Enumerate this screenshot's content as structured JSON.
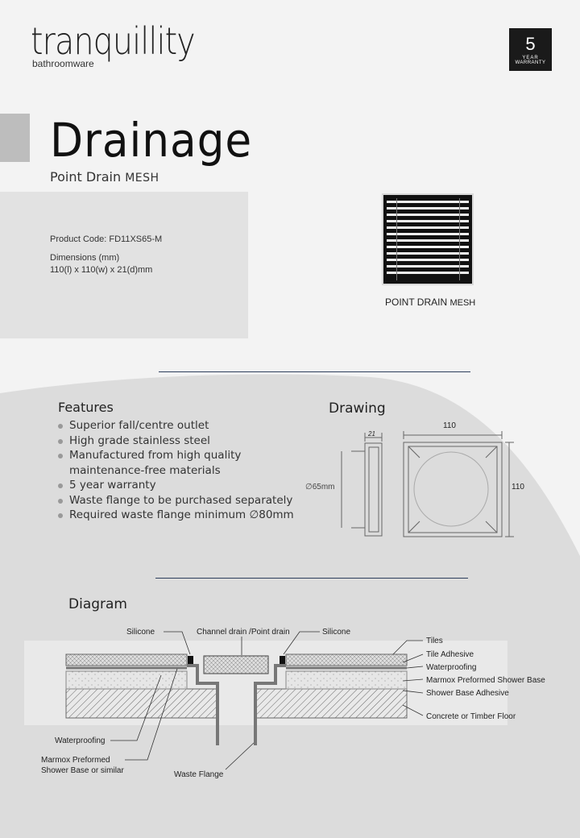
{
  "brand": {
    "name": "tranquillity",
    "tagline": "bathroomware"
  },
  "warranty": {
    "number": "5",
    "line1": "YEAR",
    "line2": "WARRANTY"
  },
  "title": "Drainage",
  "subtitle": {
    "product": "Point Drain",
    "variant": "MESH"
  },
  "spec": {
    "product_code_label": "Product Code:",
    "product_code": "FD11XS65-M",
    "dimensions_label": "Dimensions (mm)",
    "dimensions": "110(l) x 110(w) x 21(d)mm"
  },
  "product_caption": {
    "product": "POINT DRAIN",
    "variant": "MESH"
  },
  "features": {
    "heading": "Features",
    "items": [
      "Superior fall/centre outlet",
      "High grade stainless steel",
      "Manufactured from high quality",
      "maintenance-free materials",
      "5 year warranty",
      "Waste flange to be purchased separately",
      "Required waste flange minimum ∅80mm"
    ]
  },
  "drawing": {
    "heading": "Drawing",
    "depth": "21",
    "outlet": "∅65mm",
    "width": "110",
    "height": "110"
  },
  "diagram": {
    "heading": "Diagram",
    "labels": {
      "silicone_left": "Silicone",
      "channel_drain": "Channel drain /Point drain",
      "silicone_right": "Silicone",
      "tiles": "Tiles",
      "tile_adhesive": "Tile Adhesive",
      "waterproofing_right": "Waterproofing",
      "marmox_right": "Marmox Preformed Shower Base",
      "shower_base_adhesive": "Shower Base Adhesive",
      "floor": "Concrete or Timber Floor",
      "waterproofing_left": "Waterproofing",
      "marmox_left_1": "Marmox Preformed",
      "marmox_left_2": "Shower Base or similar",
      "waste_flange": "Waste Flange"
    }
  },
  "colors": {
    "accent_rule": "#2d3e5c",
    "background": "#f3f3f3",
    "curve": "#dcdcdc",
    "warranty_bg": "#1a1a1a"
  }
}
